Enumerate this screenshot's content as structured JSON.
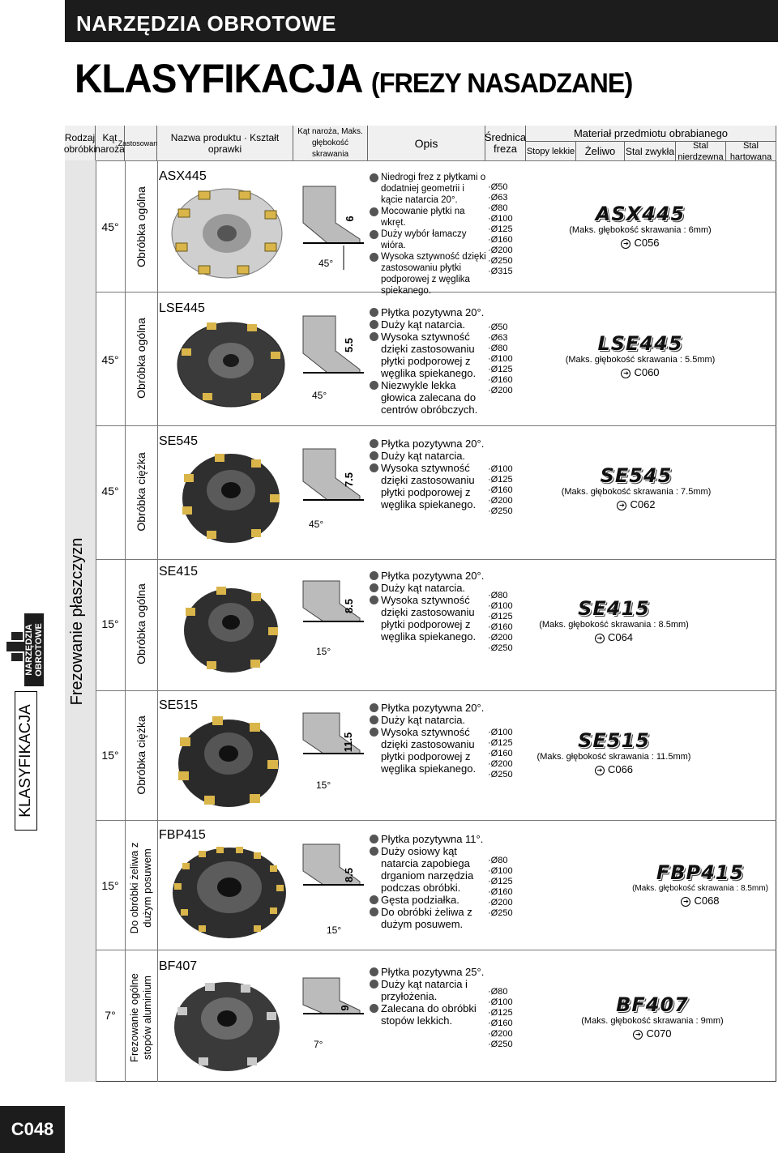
{
  "header": {
    "section": "NARZĘDZIA OBROTOWE",
    "title": "KLASYFIKACJA",
    "subtitle": "(FREZY NASADZANE)"
  },
  "columns": {
    "rodzaj": "Rodzaj obróbki",
    "kat": "Kąt naroża",
    "zastosowanie": "Zastosowanie",
    "nazwa": "Nazwa produktu · Kształt oprawki",
    "kat_glebokosc": "Kąt naroża, Maks. głębokość skrawania",
    "opis": "Opis",
    "srednica": "Średnica freza",
    "material_group": "Materiał przedmiotu obrabianego",
    "materials": [
      "Stopy lekkie",
      "Żeliwo",
      "Stal zwykła",
      "Stal nierdzewna",
      "Stal hartowana"
    ]
  },
  "side": {
    "category": "Frezowanie płaszczyzn",
    "tab_main": "KLASYFIKACJA",
    "tab_sub": "NARZĘDZIA OBROTOWE"
  },
  "rows": [
    {
      "angle": "45°",
      "use": "Obróbka ogólna",
      "name": "ASX445",
      "profile_angle": "45°",
      "depth": "6",
      "desc": [
        "Niedrogi frez z płytkami o dodatniej geometrii i kącie natarcia 20°.",
        "Mocowanie płytki na wkręt.",
        "Duży wybór łamaczy wióra.",
        "Wysoka sztywność dzięki zastosowaniu płytki podporowej z węglika spiekanego."
      ],
      "diams": [
        "·Ø50",
        "·Ø63",
        "·Ø80",
        "·Ø100",
        "·Ø125",
        "·Ø160",
        "·Ø200",
        "·Ø250",
        "·Ø315"
      ],
      "grade": "ASX445",
      "max": "(Maks. głębokość skrawania : 6mm)",
      "ref": "C056"
    },
    {
      "angle": "45°",
      "use": "Obróbka ogólna",
      "name": "LSE445",
      "profile_angle": "45°",
      "depth": "5.5",
      "desc": [
        "Płytka pozytywna 20°.",
        "Duży kąt natarcia.",
        "Wysoka sztywność dzięki zastosowaniu płytki podporowej z węglika spiekanego.",
        "Niezwykle lekka głowica zalecana do centrów obróbczych."
      ],
      "diams": [
        "·Ø50",
        "·Ø63",
        "·Ø80",
        "·Ø100",
        "·Ø125",
        "·Ø160",
        "·Ø200"
      ],
      "grade": "LSE445",
      "max": "(Maks. głębokość skrawania : 5.5mm)",
      "ref": "C060"
    },
    {
      "angle": "45°",
      "use": "Obróbka ciężka",
      "name": "SE545",
      "profile_angle": "45°",
      "depth": "7.5",
      "desc": [
        "Płytka pozytywna 20°.",
        "Duży kąt natarcia.",
        "Wysoka sztywność dzięki zastosowaniu płytki podporowej z węglika spiekanego."
      ],
      "diams": [
        "·Ø100",
        "·Ø125",
        "·Ø160",
        "·Ø200",
        "·Ø250"
      ],
      "grade": "SE545",
      "max": "(Maks. głębokość skrawania : 7.5mm)",
      "ref": "C062"
    },
    {
      "angle": "15°",
      "use": "Obróbka ogólna",
      "name": "SE415",
      "profile_angle": "15°",
      "depth": "8.5",
      "desc": [
        "Płytka pozytywna 20°.",
        "Duży kąt natarcia.",
        "Wysoka sztywność dzięki zastosowaniu płytki podporowej z węglika spiekanego."
      ],
      "diams": [
        "·Ø80",
        "·Ø100",
        "·Ø125",
        "·Ø160",
        "·Ø200",
        "·Ø250"
      ],
      "grade": "SE415",
      "max": "(Maks. głębokość skrawania : 8.5mm)",
      "ref": "C064"
    },
    {
      "angle": "15°",
      "use": "Obróbka ciężka",
      "name": "SE515",
      "profile_angle": "15°",
      "depth": "11.5",
      "desc": [
        "Płytka pozytywna 20°.",
        "Duży kąt natarcia.",
        "Wysoka sztywność dzięki zastosowaniu płytki podporowej z węglika spiekanego."
      ],
      "diams": [
        "·Ø100",
        "·Ø125",
        "·Ø160",
        "·Ø200",
        "·Ø250"
      ],
      "grade": "SE515",
      "max": "(Maks. głębokość skrawania : 11.5mm)",
      "ref": "C066"
    },
    {
      "angle": "15°",
      "use": "Do obróbki żeliwa z dużym posuwem",
      "name": "FBP415",
      "profile_angle": "15°",
      "depth": "8.5",
      "desc": [
        "Płytka pozytywna 11°.",
        "Duży osiowy kąt natarcia zapobiega drganiom narzędzia podczas obróbki.",
        "Gęsta podziałka.",
        "Do obróbki żeliwa z dużym posuwem."
      ],
      "diams": [
        "·Ø80",
        "·Ø100",
        "·Ø125",
        "·Ø160",
        "·Ø200",
        "·Ø250"
      ],
      "grade": "FBP415",
      "max": "(Maks. głębokość skrawania : 8.5mm)",
      "ref": "C068"
    },
    {
      "angle": "7°",
      "use": "Frezowanie ogólne stopów aluminium",
      "name": "BF407",
      "profile_angle": "7°",
      "depth": "9",
      "desc": [
        "Płytka pozytywna 25°.",
        "Duży kąt natarcia i przyłożenia.",
        "Zalecana do obróbki stopów lekkich."
      ],
      "diams": [
        "·Ø80",
        "·Ø100",
        "·Ø125",
        "·Ø160",
        "·Ø200",
        "·Ø250"
      ],
      "grade": "BF407",
      "max": "(Maks. głębokość skrawania : 9mm)",
      "ref": "C070"
    }
  ],
  "page_number": "C048"
}
